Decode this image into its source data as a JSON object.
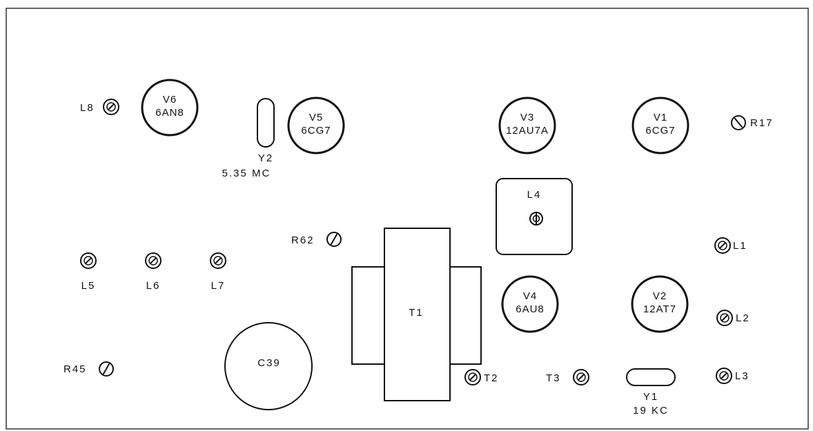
{
  "tubes": {
    "v6": {
      "ref": "V6",
      "type": "6AN8"
    },
    "v5": {
      "ref": "V5",
      "type": "6CG7"
    },
    "v3": {
      "ref": "V3",
      "type": "12AU7A"
    },
    "v1": {
      "ref": "V1",
      "type": "6CG7"
    },
    "v4": {
      "ref": "V4",
      "type": "6AU8"
    },
    "v2": {
      "ref": "V2",
      "type": "12AT7"
    }
  },
  "crystals": {
    "y2": {
      "ref": "Y2",
      "freq": "5.35 MC"
    },
    "y1": {
      "ref": "Y1",
      "freq": "19 KC"
    }
  },
  "coils": {
    "l1": "L1",
    "l2": "L2",
    "l3": "L3",
    "l4": "L4",
    "l5": "L5",
    "l6": "L6",
    "l7": "L7",
    "l8": "L8"
  },
  "controls": {
    "r17": "R17",
    "r45": "R45",
    "r62": "R62",
    "t2": "T2",
    "t3": "T3"
  },
  "transformer": {
    "ref": "T1"
  },
  "capacitor": {
    "ref": "C39"
  }
}
